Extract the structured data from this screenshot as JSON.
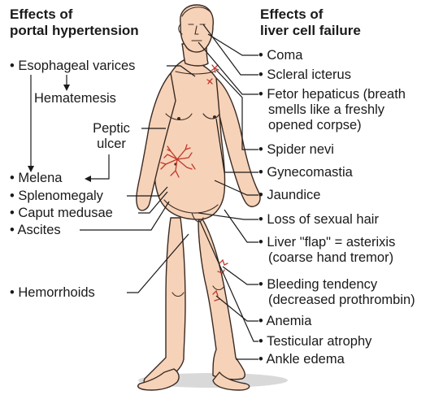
{
  "headings": {
    "left": [
      "Effects of",
      "portal hypertension"
    ],
    "right": [
      "Effects of",
      "liver cell failure"
    ]
  },
  "left_labels": {
    "esophageal_varices": "• Esophageal varices",
    "hematemesis": "Hematemesis",
    "peptic_ulcer": [
      "Peptic",
      "ulcer"
    ],
    "melena": "• Melena",
    "splenomegaly": "• Splenomegaly",
    "caput_medusae": "• Caput medusae",
    "ascites": "• Ascites",
    "hemorrhoids": "• Hemorrhoids"
  },
  "right_labels": {
    "coma": "• Coma",
    "scleral_icterus": "• Scleral icterus",
    "fetor_hepaticus": [
      "• Fetor hepaticus (breath",
      "smells like a freshly",
      "opened corpse)"
    ],
    "spider_nevi": "• Spider nevi",
    "gynecomastia": "• Gynecomastia",
    "jaundice": "• Jaundice",
    "loss_of_sexual_hair": "• Loss of sexual hair",
    "liver_flap": [
      "• Liver \"flap\" = asterixis",
      "(coarse hand tremor)"
    ],
    "bleeding_tendency": [
      "• Bleeding tendency",
      "(decreased prothrombin)"
    ],
    "anemia": "• Anemia",
    "testicular_atrophy": "• Testicular atrophy",
    "ankle_edema": "• Ankle edema"
  },
  "colors": {
    "skin": "#f6d2b8",
    "skin_outline": "#3a2a22",
    "skin_shadow": "#e9b99a",
    "vessels": "#c0392b",
    "leader_lines": "#1a1a1a",
    "ground_shadow": "#d9d9d9",
    "text": "#1a1a1a"
  }
}
